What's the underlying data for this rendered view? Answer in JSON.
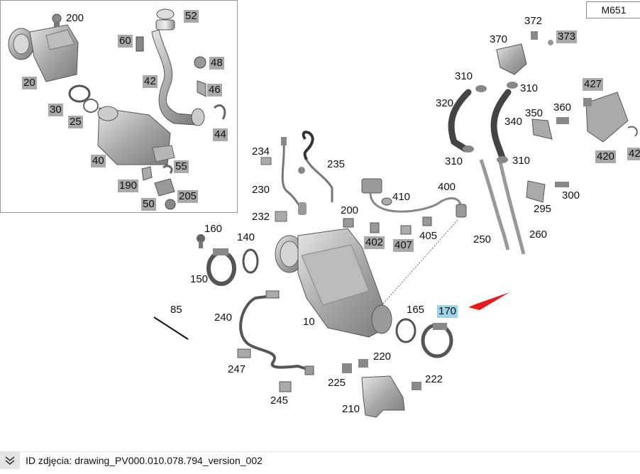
{
  "model_code": "M651",
  "footer": {
    "toggle_icon": "double-chevron-down-icon",
    "text": "ID zdjęcia: drawing_PV000.010.078.794_version_002"
  },
  "colors": {
    "highlight": "#9fd3e8",
    "arrow": "#e8191a",
    "tag": "#a9a9a9"
  },
  "labels": {
    "l200a": "200",
    "l52": "52",
    "l60": "60",
    "l48": "48",
    "l42": "42",
    "l20": "20",
    "l46": "46",
    "l30": "30",
    "l25": "25",
    "l44": "44",
    "l40": "40",
    "l55": "55",
    "l190": "190",
    "l205": "205",
    "l50": "50",
    "l372": "372",
    "l370": "370",
    "l373": "373",
    "l310a": "310",
    "l310b": "310",
    "l427": "427",
    "l320": "320",
    "l350": "350",
    "l360": "360",
    "l340": "340",
    "l420": "420",
    "l42r": "42",
    "l310c": "310",
    "l310d": "310",
    "l234": "234",
    "l235": "235",
    "l300": "300",
    "l230": "230",
    "l410": "410",
    "l400": "400",
    "l295": "295",
    "l232": "232",
    "l200b": "200",
    "l402": "402",
    "l407": "407",
    "l405": "405",
    "l250": "250",
    "l260": "260",
    "l160": "160",
    "l140": "140",
    "l150": "150",
    "l85": "85",
    "l165": "165",
    "l170": "170",
    "l240": "240",
    "l10": "10",
    "l220": "220",
    "l247": "247",
    "l225": "225",
    "l222": "222",
    "l245": "245",
    "l210": "210"
  }
}
